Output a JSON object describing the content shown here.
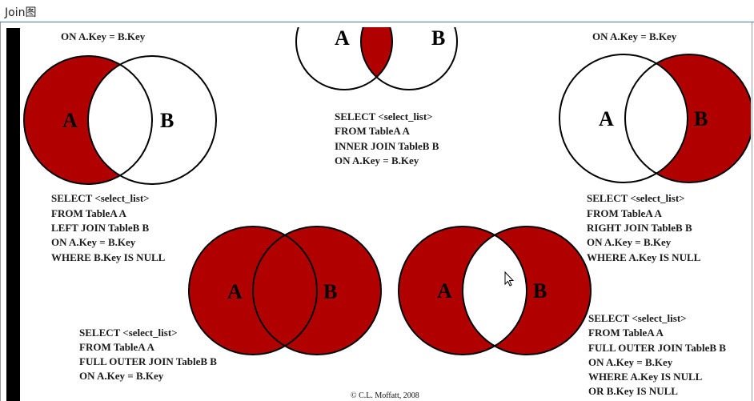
{
  "window": {
    "title": "Join图"
  },
  "colors": {
    "fill": "#b00000",
    "stroke": "#000000",
    "background": "#ffffff"
  },
  "diagrams": {
    "left_excluding": {
      "circle_a": "A",
      "circle_b": "B",
      "caption_top": "ON A.Key = B.Key",
      "lines": [
        "SELECT <select_list>",
        "FROM TableA A",
        "LEFT JOIN TableB B",
        "ON A.Key = B.Key",
        "WHERE B.Key IS NULL"
      ]
    },
    "inner": {
      "circle_a": "A",
      "circle_b": "B",
      "lines": [
        "SELECT <select_list>",
        "FROM TableA A",
        "INNER JOIN TableB B",
        "ON A.Key = B.Key"
      ]
    },
    "right_excluding": {
      "circle_a": "A",
      "circle_b": "B",
      "caption_top": "ON A.Key = B.Key",
      "lines": [
        "SELECT <select_list>",
        "FROM TableA A",
        "RIGHT JOIN TableB B",
        "ON A.Key = B.Key",
        "WHERE A.Key IS NULL"
      ]
    },
    "full_outer": {
      "circle_a": "A",
      "circle_b": "B",
      "lines": [
        "SELECT <select_list>",
        "FROM TableA A",
        "FULL OUTER JOIN TableB B",
        "ON A.Key = B.Key"
      ]
    },
    "full_outer_excluding": {
      "circle_a": "A",
      "circle_b": "B",
      "lines": [
        "SELECT <select_list>",
        "FROM TableA A",
        "FULL OUTER JOIN TableB B",
        "ON A.Key = B.Key",
        "WHERE A.Key IS NULL",
        "OR B.Key IS NULL"
      ]
    }
  },
  "copyright": "© C.L. Moffatt, 2008"
}
